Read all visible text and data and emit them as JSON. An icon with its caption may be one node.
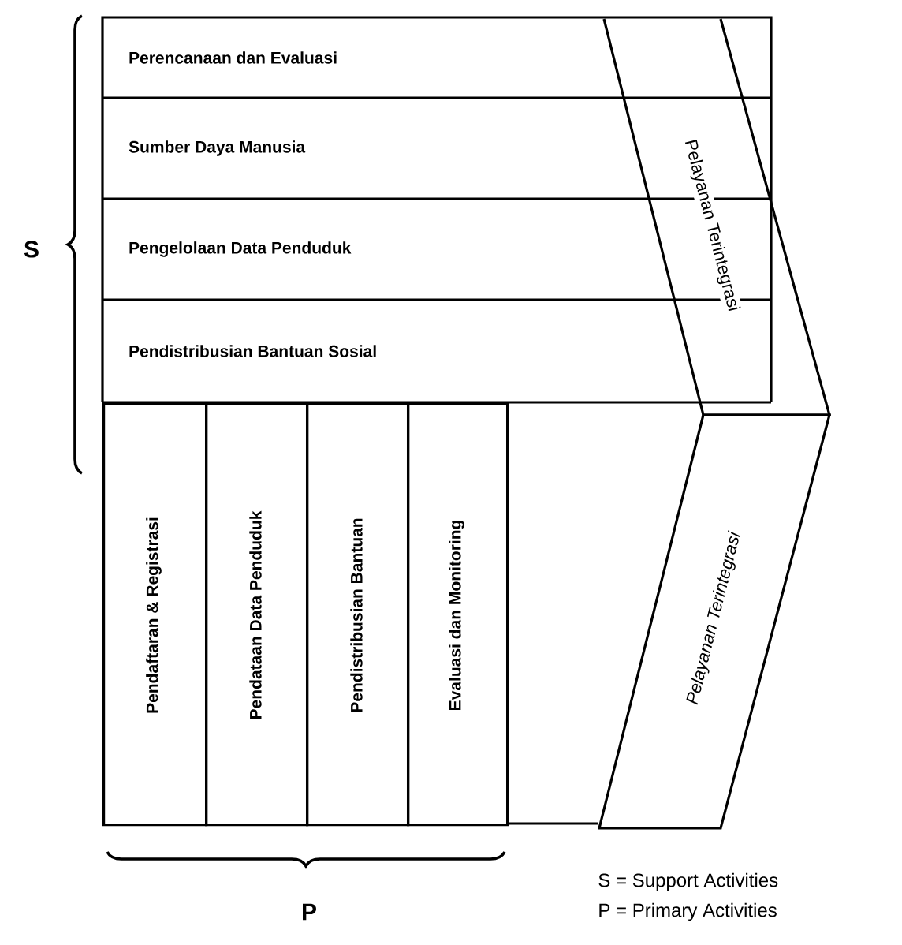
{
  "diagram": {
    "nodes": [
      {
        "text": [
          "Perencanaan dan Evaluasi"
        ]
      },
      {
        "text": [
          "Sumber Daya Manusia"
        ]
      },
      {
        "text": [
          "Pengelolaan Data Penduduk"
        ]
      },
      {
        "text": [
          "Pendistribusian Bantuan Sosial"
        ]
      },
      {
        "text": [
          "Pendaftaran & Registrasi"
        ]
      },
      {
        "text": [
          "Pendataan Data Penduduk"
        ]
      },
      {
        "text": [
          "Pendistribusian Bantuan"
        ]
      },
      {
        "text": [
          "Evaluasi dan Monitoring"
        ]
      },
      {
        "text": [
          "Pelayanan Terintegrasi"
        ]
      },
      {
        "text": [
          "Pelayanan Terintegrasi"
        ]
      }
    ],
    "labels": [
      "S",
      "P",
      "S = Support Activities",
      "P = Primary Activities"
    ]
  }
}
